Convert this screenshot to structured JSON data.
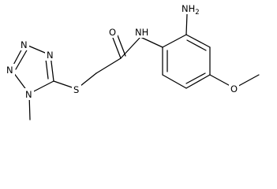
{
  "molecule": {
    "atoms": {
      "nh2": {
        "main": "NH",
        "sub": "2"
      },
      "amide_n": {
        "main": "NH",
        "sub": ""
      },
      "carbonyl_o": {
        "main": "O",
        "sub": ""
      },
      "thioether_s": {
        "main": "S",
        "sub": ""
      },
      "ring_n1": {
        "main": "N",
        "sub": ""
      },
      "ring_n2": {
        "main": "N",
        "sub": ""
      },
      "ring_n3": {
        "main": "N",
        "sub": ""
      },
      "ring_n4": {
        "main": "N",
        "sub": ""
      },
      "methoxy_o": {
        "main": "O",
        "sub": ""
      }
    }
  }
}
